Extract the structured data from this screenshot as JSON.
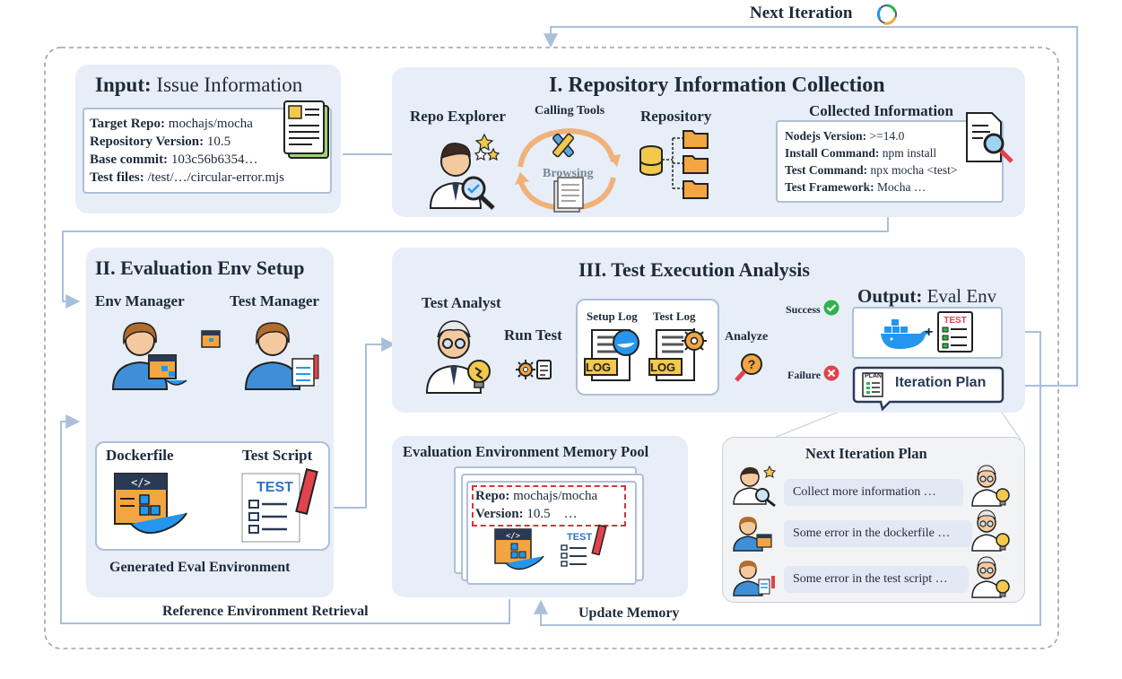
{
  "top": {
    "next_iteration": "Next Iteration"
  },
  "input": {
    "title_bold": "Input:",
    "title_rest": "Issue Information",
    "rows": [
      {
        "k": "Target Repo:",
        "v": "mochajs/mocha"
      },
      {
        "k": "Repository Version:",
        "v": "10.5"
      },
      {
        "k": "Base commit:",
        "v": "103c56b6354…"
      },
      {
        "k": "Test files:",
        "v": "/test/…/circular-error.mjs"
      }
    ]
  },
  "repo_collection": {
    "title": "I. Repository Information Collection",
    "repo_explorer": "Repo Explorer",
    "calling_tools": "Calling Tools",
    "browsing": "Browsing",
    "repository": "Repository",
    "collected_title": "Collected Information",
    "collected_rows": [
      {
        "k": "Nodejs Version:",
        "v": ">=14.0"
      },
      {
        "k": "Install Command:",
        "v": "npm install"
      },
      {
        "k": "Test Command:",
        "v": "npx mocha <test>"
      },
      {
        "k": "Test Framework:",
        "v": " Mocha …"
      }
    ]
  },
  "env_setup": {
    "title": "II. Evaluation Env Setup",
    "env_manager": "Env Manager",
    "test_manager": "Test Manager",
    "dockerfile": "Dockerfile",
    "test_script": "Test Script",
    "generated": "Generated Eval Environment"
  },
  "test_exec": {
    "title": "III. Test Execution Analysis",
    "test_analyst": "Test Analyst",
    "run_test": "Run Test",
    "setup_log": "Setup Log",
    "test_log": "Test Log",
    "analyze": "Analyze",
    "success": "Success",
    "failure": "Failure",
    "output_bold": "Output:",
    "output_rest": "Eval Env",
    "iteration_plan": "Iteration Plan",
    "log": "LOG",
    "test_tag": "TEST",
    "plan_tag": "PLAN"
  },
  "memory_pool": {
    "title": "Evaluation Environment Memory Pool",
    "repo_k": "Repo:",
    "repo_v": "mochajs/mocha",
    "version_k": "Version:",
    "version_v": "10.5",
    "ellipsis": "…"
  },
  "next_plan": {
    "title": "Next Iteration Plan",
    "items": [
      "Collect more information …",
      "Some error in the dockerfile …",
      "Some error in the test script …"
    ]
  },
  "bottom": {
    "reference_retrieval": "Reference Environment Retrieval",
    "update_memory": "Update Memory"
  },
  "colors": {
    "panel_bg": "#e7eef8",
    "arrow": "#a9bfdc",
    "text": "#1e2a3a",
    "success": "#2fb34a",
    "failure": "#e0434d",
    "docker": "#2496ed",
    "orange": "#f2a541"
  }
}
